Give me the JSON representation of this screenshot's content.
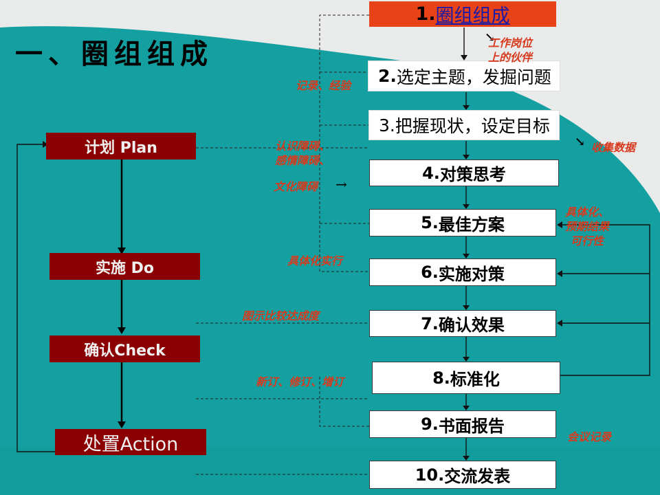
{
  "title": "一、圈组组成",
  "steps": [
    {
      "num": "1.",
      "label": "圈组组成"
    },
    {
      "num": "2.",
      "label": "选定主题，发掘问题"
    },
    {
      "num": "3.",
      "label": "把握现状，设定目标"
    },
    {
      "num": "4.",
      "label": "对策思考"
    },
    {
      "num": "5.",
      "label": "最佳方案"
    },
    {
      "num": "6.",
      "label": "实施对策"
    },
    {
      "num": "7.",
      "label": "确认效果"
    },
    {
      "num": "8.",
      "label": "标准化"
    },
    {
      "num": "9.",
      "label": "书面报告"
    },
    {
      "num": "10.",
      "label": "交流发表"
    }
  ],
  "phases": {
    "plan": "计划 Plan",
    "do": "实施 Do",
    "check": "确认Check",
    "action": "处置Action"
  },
  "notes": {
    "partner_arrow": "↘",
    "partner_line1": "工作岗位",
    "partner_line2": "上的伙伴",
    "record": "记录、经验",
    "collect_arrow": "↘",
    "collect": "收集数据",
    "barrier1": "认识障碍、",
    "barrier2": "感情障碍、",
    "barrier3": "文化障碍",
    "barrier_arrow": "→",
    "concrete1": "具体化、",
    "concrete2": "预期结果",
    "concrete3": "可行性",
    "implement": "具体化实行",
    "chart": "图示比较达成度",
    "revise": "新订、修订、增订",
    "meeting": "会议记录"
  },
  "colors": {
    "background": "#14a0a0",
    "swoosh": "#e9eaea",
    "phase_box": "#8b0000",
    "step1": "#e84318",
    "note_text": "#d83a1e"
  }
}
